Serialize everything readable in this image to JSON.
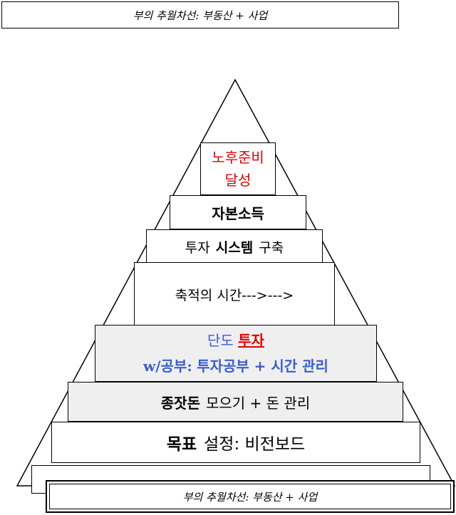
{
  "header": {
    "title": "부의 추월차선: 부동산 + 사업"
  },
  "pyramid": {
    "top": {
      "line1": "노후준비",
      "line2": "달성"
    },
    "level2": {
      "text": "자본소득"
    },
    "level3": {
      "part1": "투자",
      "part2": "시스템",
      "part3": "구축"
    },
    "level4": {
      "text": "축적의 시간--->--->"
    },
    "level5": {
      "line1_a": "단도",
      "line1_b": "투자",
      "line2_a": "w/공부:",
      "line2_b": "투자공부 + 시간 관리"
    },
    "level6": {
      "part1": "종잣돈",
      "part2": "모으기 + 돈 관리"
    },
    "level7": {
      "part1": "목표",
      "part2": "설정: 비전보드"
    }
  },
  "footer": {
    "title": "부의 추월차선: 부동산 + 사업"
  },
  "colors": {
    "red": "#e00000",
    "blue": "#3a5ec8",
    "gray": "#efefef"
  }
}
